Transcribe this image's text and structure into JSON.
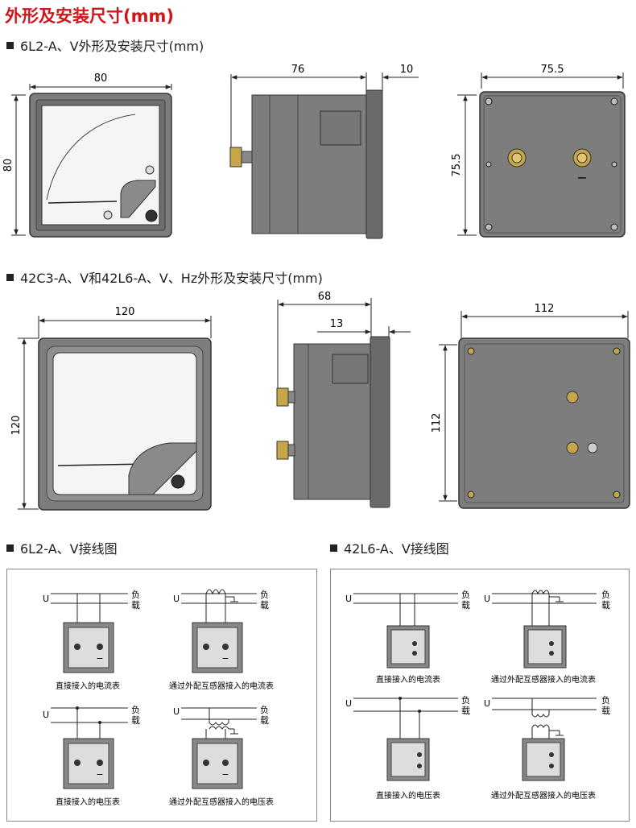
{
  "header": {
    "title": "外形及安装尺寸(mm)"
  },
  "section1": {
    "heading": "6L2-A、V外形及安装尺寸(mm)",
    "front_width": "80",
    "front_height": "80",
    "side_depth": "76",
    "side_flange": "10",
    "back_width": "75.5",
    "back_height": "75.5",
    "back_minus": "−"
  },
  "section2": {
    "heading": "42C3-A、V和42L6-A、V、Hz外形及安装尺寸(mm)",
    "front_width": "120",
    "front_height": "120",
    "side_depth": "68",
    "side_flange": "13",
    "back_width": "112",
    "back_height": "112"
  },
  "wiring_left": {
    "heading": "6L2-A、V接线图",
    "u": "U",
    "load_1": "负",
    "load_2": "载",
    "minus": "−",
    "cap_direct_current": "直接接入的电流表",
    "cap_ct_current": "通过外配互感器接入的电流表",
    "cap_direct_voltage": "直接接入的电压表",
    "cap_pt_voltage": "通过外配互感器接入的电压表"
  },
  "wiring_right": {
    "heading": "42L6-A、V接线图",
    "u": "U",
    "load_1": "负",
    "load_2": "载",
    "cap_direct_current": "直接接入的电流表",
    "cap_ct_current": "通过外配互感器接入的电流表",
    "cap_direct_voltage": "直接接入的电压表",
    "cap_pt_voltage": "通过外配互感器接入的电压表"
  }
}
